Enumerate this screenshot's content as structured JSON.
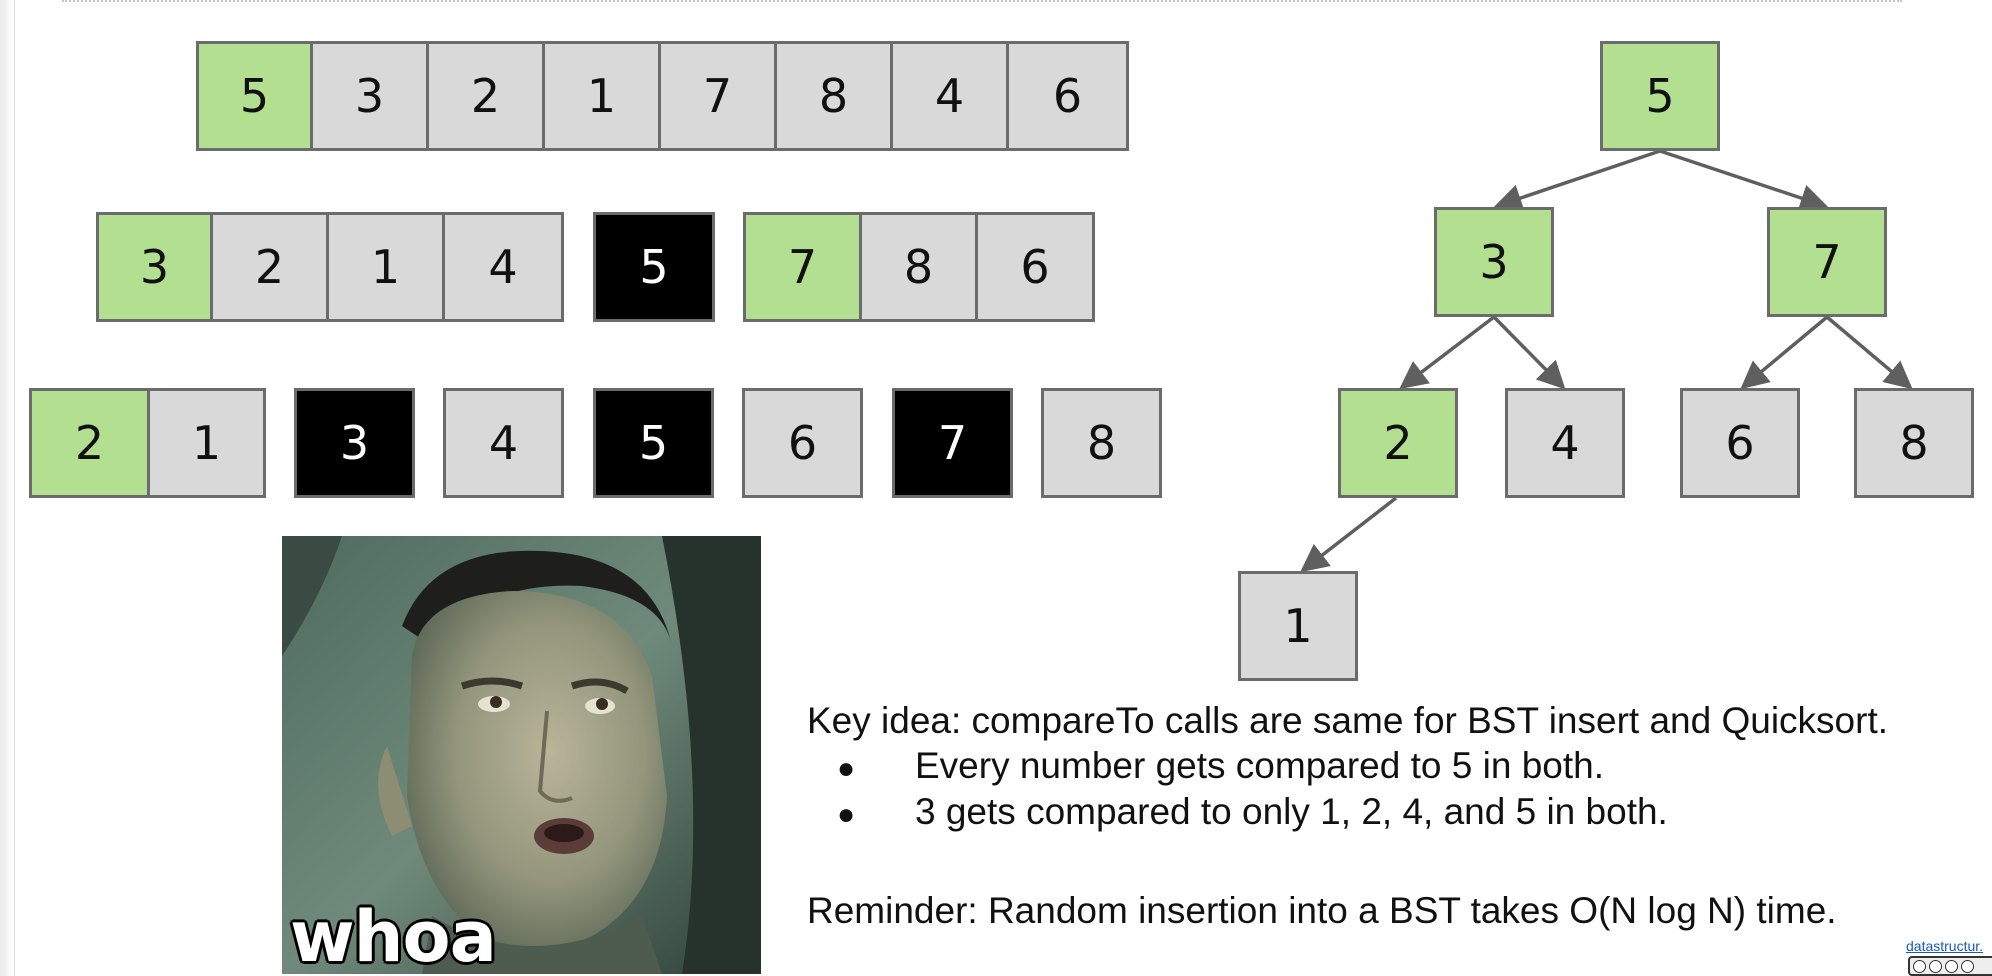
{
  "array_rows": [
    {
      "cells": [
        {
          "value": "5",
          "style": "green"
        },
        {
          "value": "3",
          "style": "gray"
        },
        {
          "value": "2",
          "style": "gray"
        },
        {
          "value": "1",
          "style": "gray"
        },
        {
          "value": "7",
          "style": "gray"
        },
        {
          "value": "8",
          "style": "gray"
        },
        {
          "value": "4",
          "style": "gray"
        },
        {
          "value": "6",
          "style": "gray"
        }
      ]
    },
    {
      "cells": [
        {
          "value": "3",
          "style": "green"
        },
        {
          "value": "2",
          "style": "gray"
        },
        {
          "value": "1",
          "style": "gray"
        },
        {
          "value": "4",
          "style": "gray"
        },
        {
          "value": "5",
          "style": "black"
        },
        {
          "value": "7",
          "style": "green"
        },
        {
          "value": "8",
          "style": "gray"
        },
        {
          "value": "6",
          "style": "gray"
        }
      ]
    },
    {
      "cells": [
        {
          "value": "2",
          "style": "green"
        },
        {
          "value": "1",
          "style": "gray"
        },
        {
          "value": "3",
          "style": "black"
        },
        {
          "value": "4",
          "style": "gray"
        },
        {
          "value": "5",
          "style": "black"
        },
        {
          "value": "6",
          "style": "gray"
        },
        {
          "value": "7",
          "style": "black"
        },
        {
          "value": "8",
          "style": "gray"
        }
      ]
    }
  ],
  "bst": {
    "nodes": [
      {
        "value": "5",
        "style": "green"
      },
      {
        "value": "3",
        "style": "green"
      },
      {
        "value": "7",
        "style": "green"
      },
      {
        "value": "2",
        "style": "green"
      },
      {
        "value": "4",
        "style": "gray"
      },
      {
        "value": "6",
        "style": "gray"
      },
      {
        "value": "8",
        "style": "gray"
      },
      {
        "value": "1",
        "style": "gray"
      }
    ]
  },
  "meme": {
    "caption": "whoa"
  },
  "text": {
    "key_idea": "Key idea: compareTo calls are same for BST insert and Quicksort.",
    "bullets": [
      "Every number gets compared to 5 in both.",
      "3 gets compared to only 1, 2, 4, and 5 in both."
    ],
    "reminder": "Reminder: Random insertion into a BST takes O(N log N) time."
  },
  "footer": {
    "credit_link": "datastructur."
  },
  "colors": {
    "green": "#b3df90",
    "gray": "#d9d9d9",
    "black": "#000000",
    "border": "#6b6b6b"
  }
}
